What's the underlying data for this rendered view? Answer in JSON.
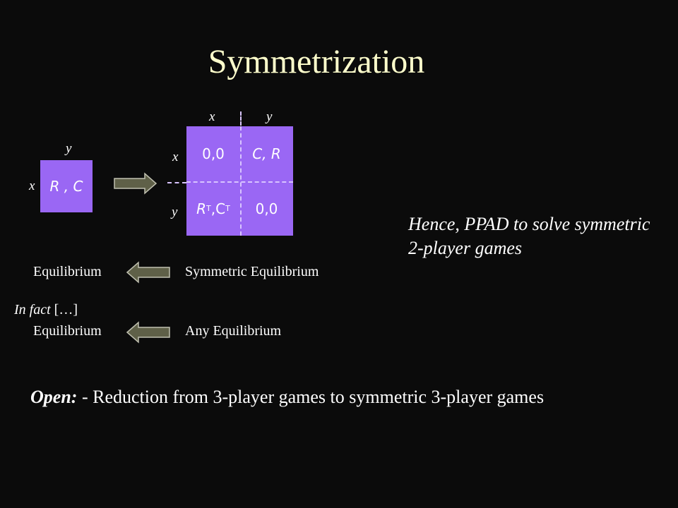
{
  "slide": {
    "title": "Symmetrization",
    "small_game": {
      "col_label": "y",
      "row_label": "x",
      "cell": "R , C"
    },
    "big_game": {
      "col_labels": [
        "x",
        "y"
      ],
      "row_labels": [
        "x",
        "y"
      ],
      "cells": {
        "top_left": "0,0",
        "top_right": "C, R",
        "bottom_left_base": "R",
        "bottom_left_sup1": "T",
        "bottom_left_mid": ",C",
        "bottom_left_sup2": "T",
        "bottom_right": "0,0"
      }
    },
    "hence_text": "Hence, PPAD to solve symmetric 2-player games",
    "row1": {
      "left": "Equilibrium",
      "right": "Symmetric Equilibrium"
    },
    "in_fact": {
      "italic": "In fact",
      "rest": " […]"
    },
    "row2": {
      "left": "Equilibrium",
      "right": "Any Equilibrium"
    },
    "open": {
      "label": "Open:",
      "text": " - Reduction from 3-player games to symmetric 3-player games"
    },
    "colors": {
      "background": "#0b0b0b",
      "title": "#ffffcc",
      "matrix": "#9a67f4",
      "arrow": "#5f6048"
    }
  }
}
